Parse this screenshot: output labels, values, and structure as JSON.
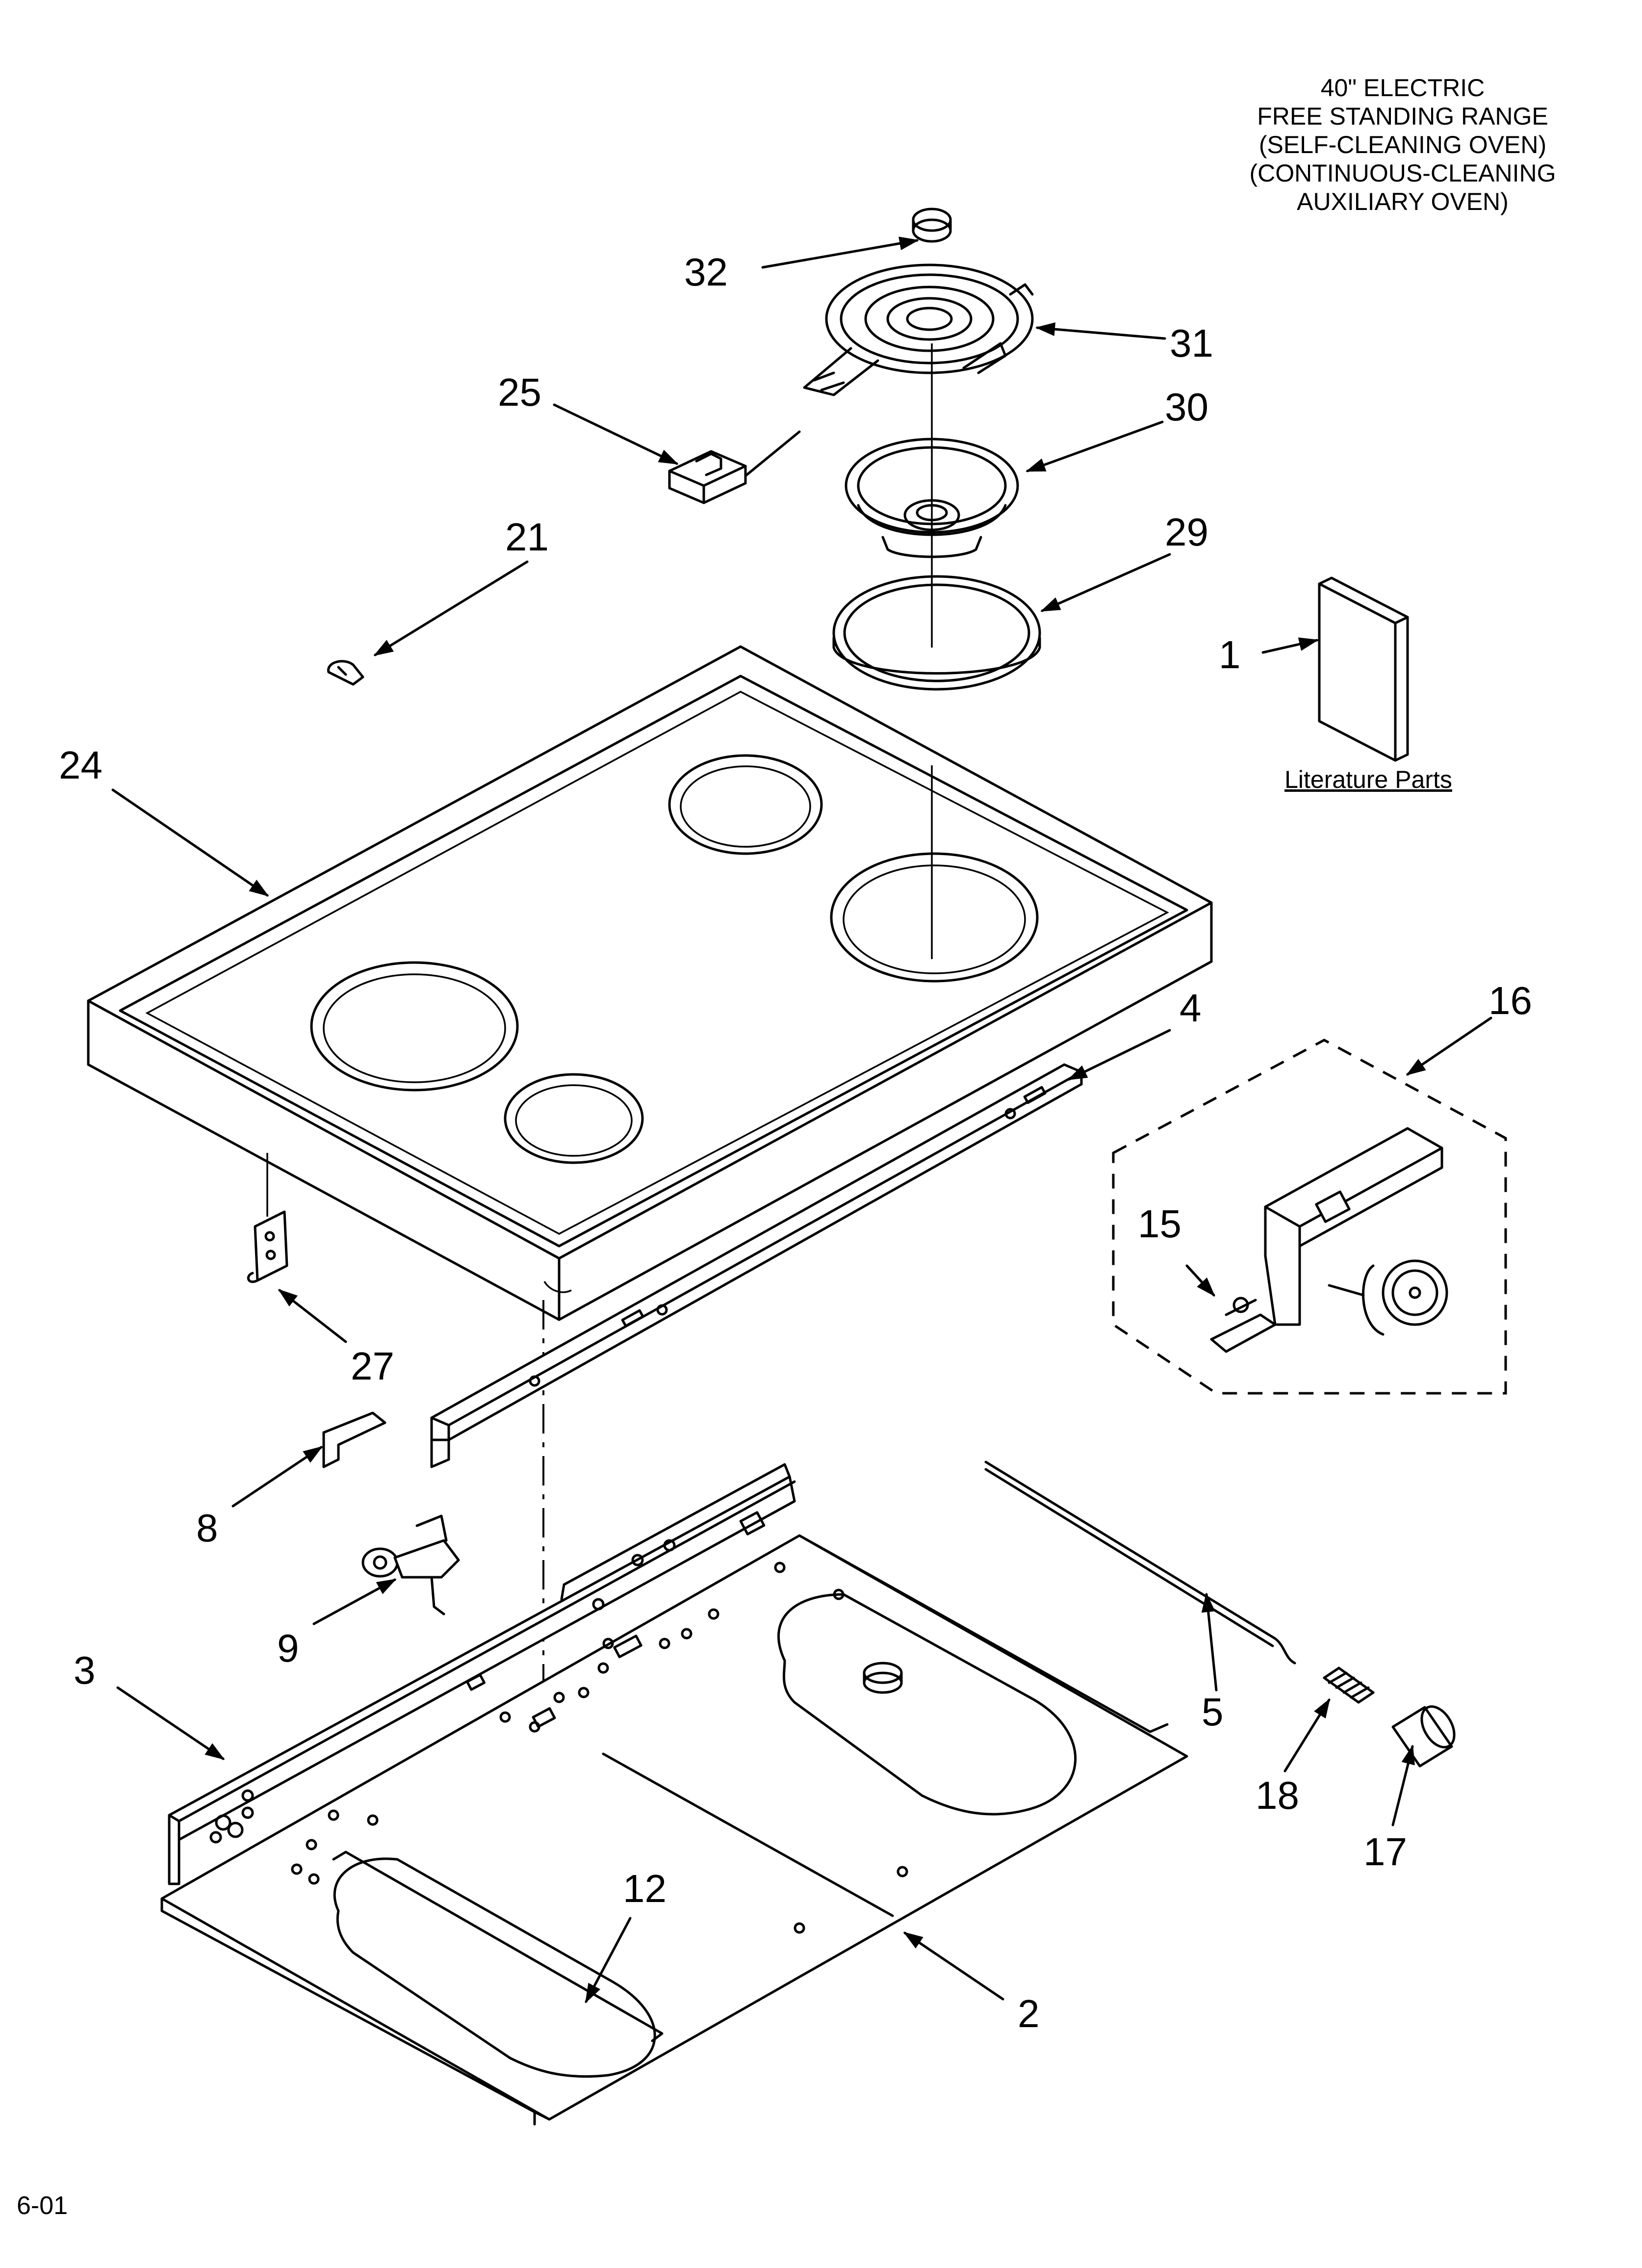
{
  "title": {
    "lines": [
      "40\" ELECTRIC",
      "FREE STANDING RANGE",
      "(SELF-CLEANING OVEN)",
      "(CONTINUOUS-CLEANING",
      "AUXILIARY OVEN)"
    ]
  },
  "literature_caption": "Literature Parts",
  "footer": {
    "date": "6-01"
  },
  "callouts": {
    "c1": "1",
    "c2": "2",
    "c3": "3",
    "c4": "4",
    "c5": "5",
    "c8": "8",
    "c9": "9",
    "c12": "12",
    "c15": "15",
    "c16": "16",
    "c17": "17",
    "c18": "18",
    "c21": "21",
    "c24": "24",
    "c25": "25",
    "c27": "27",
    "c29": "29",
    "c30": "30",
    "c31": "31",
    "c32": "32"
  }
}
